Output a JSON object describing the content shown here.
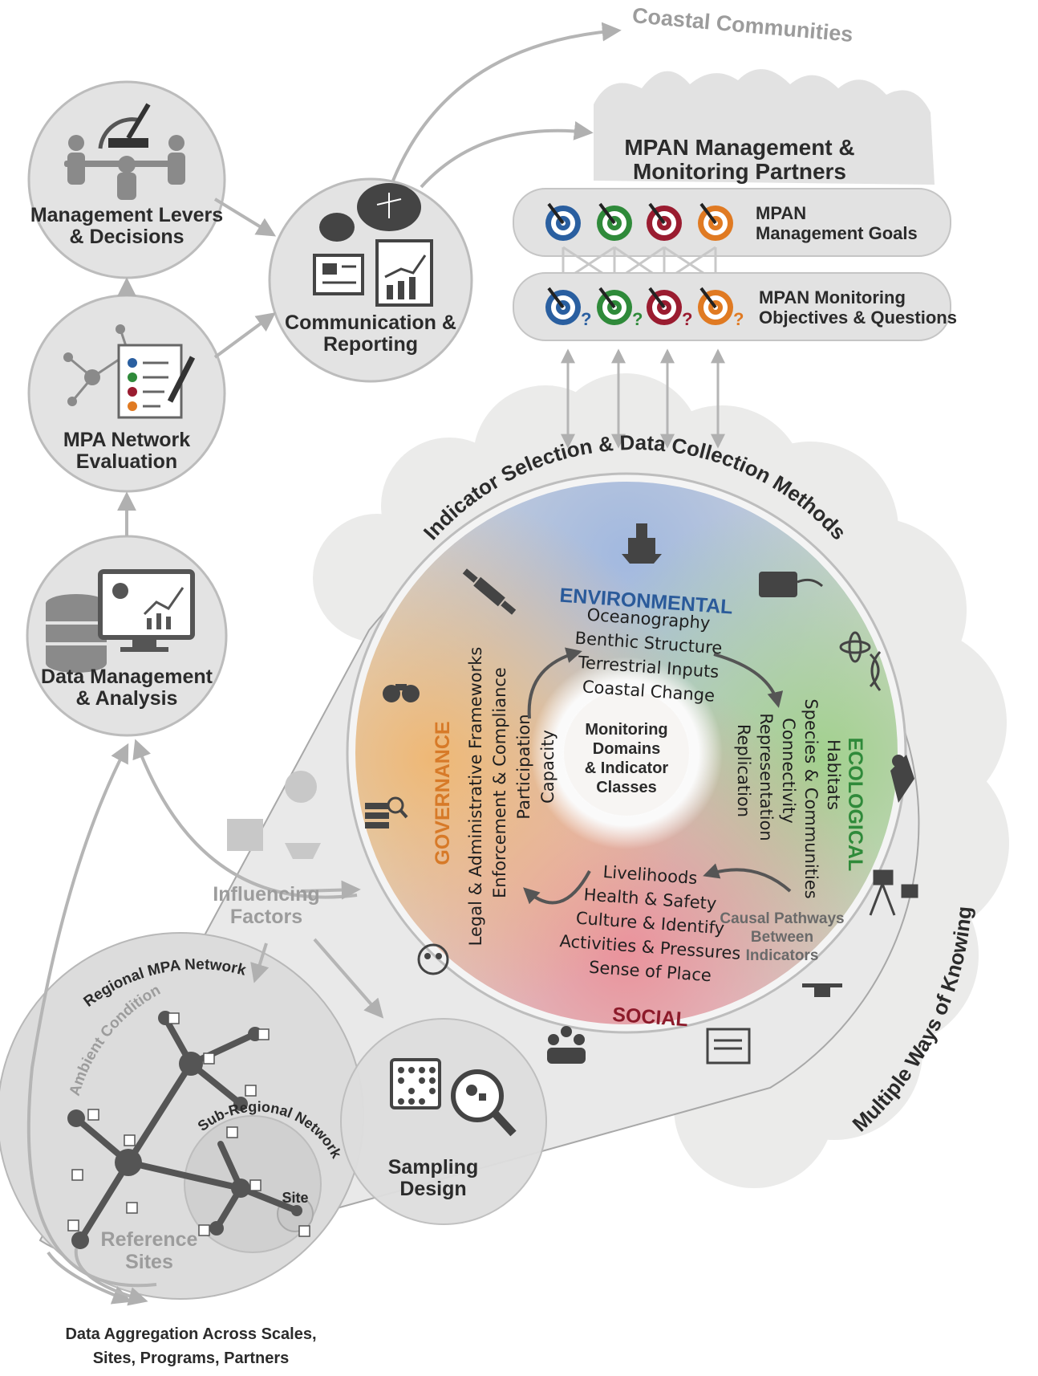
{
  "nodes": {
    "management_levers": [
      "Management Levers",
      "& Decisions"
    ],
    "communication": [
      "Communication &",
      "Reporting"
    ],
    "evaluation": [
      "MPA Network",
      "Evaluation"
    ],
    "data_management": [
      "Data Management",
      "& Analysis"
    ],
    "influencing_factors": [
      "Influencing",
      "Factors"
    ],
    "sampling_design": [
      "Sampling",
      "Design"
    ],
    "aggregation": [
      "Data Aggregation Across Scales,",
      "Sites, Programs, Partners"
    ]
  },
  "partners": {
    "coastal_communities": "Coastal Communities",
    "title": [
      "MPAN Management &",
      "Monitoring Partners"
    ],
    "goals": [
      "MPAN",
      "Management Goals"
    ],
    "objectives": [
      "MPAN Monitoring",
      "Objectives & Questions"
    ],
    "question_mark": "?"
  },
  "wheel": {
    "outer_title": "Indicator Selection & Data Collection Methods",
    "multiple_ways": "Multiple Ways of Knowing",
    "center": [
      "Monitoring",
      "Domains",
      "& Indicator",
      "Classes"
    ],
    "causal": [
      "Causal Pathways",
      "Between",
      "Indicators"
    ],
    "environmental": {
      "title": "ENVIRONMENTAL",
      "items": [
        "Oceanography",
        "Benthic Structure",
        "Terrestrial Inputs",
        "Coastal Change"
      ]
    },
    "ecological": {
      "title": "ECOLOGICAL",
      "items": [
        "Habitats",
        "Species & Communities",
        "Connectivity",
        "Representation",
        "Replication"
      ]
    },
    "social": {
      "title": "SOCIAL",
      "items": [
        "Livelihoods",
        "Health & Safety",
        "Culture & Identify",
        "Activities & Pressures",
        "Sense of Place"
      ]
    },
    "governance": {
      "title": "GOVERNANCE",
      "items": [
        "Legal & Administrative Frameworks",
        "Enforcement & Compliance",
        "Participation",
        "Capacity"
      ]
    }
  },
  "network": {
    "regional": "Regional MPA Network",
    "ambient": "Ambient Conditions",
    "sub_regional": "Sub-Regional Network",
    "site": "Site",
    "reference": [
      "Reference",
      "Sites"
    ]
  },
  "colors": {
    "environmental": "#2a5a9a",
    "ecological": "#2f8a3a",
    "social": "#8c1a2a",
    "governance": "#d77a28",
    "goal_blue": "#2a5fa0",
    "goal_green": "#2f8a3a",
    "goal_red": "#9a1c30",
    "goal_orange": "#e07a22"
  }
}
